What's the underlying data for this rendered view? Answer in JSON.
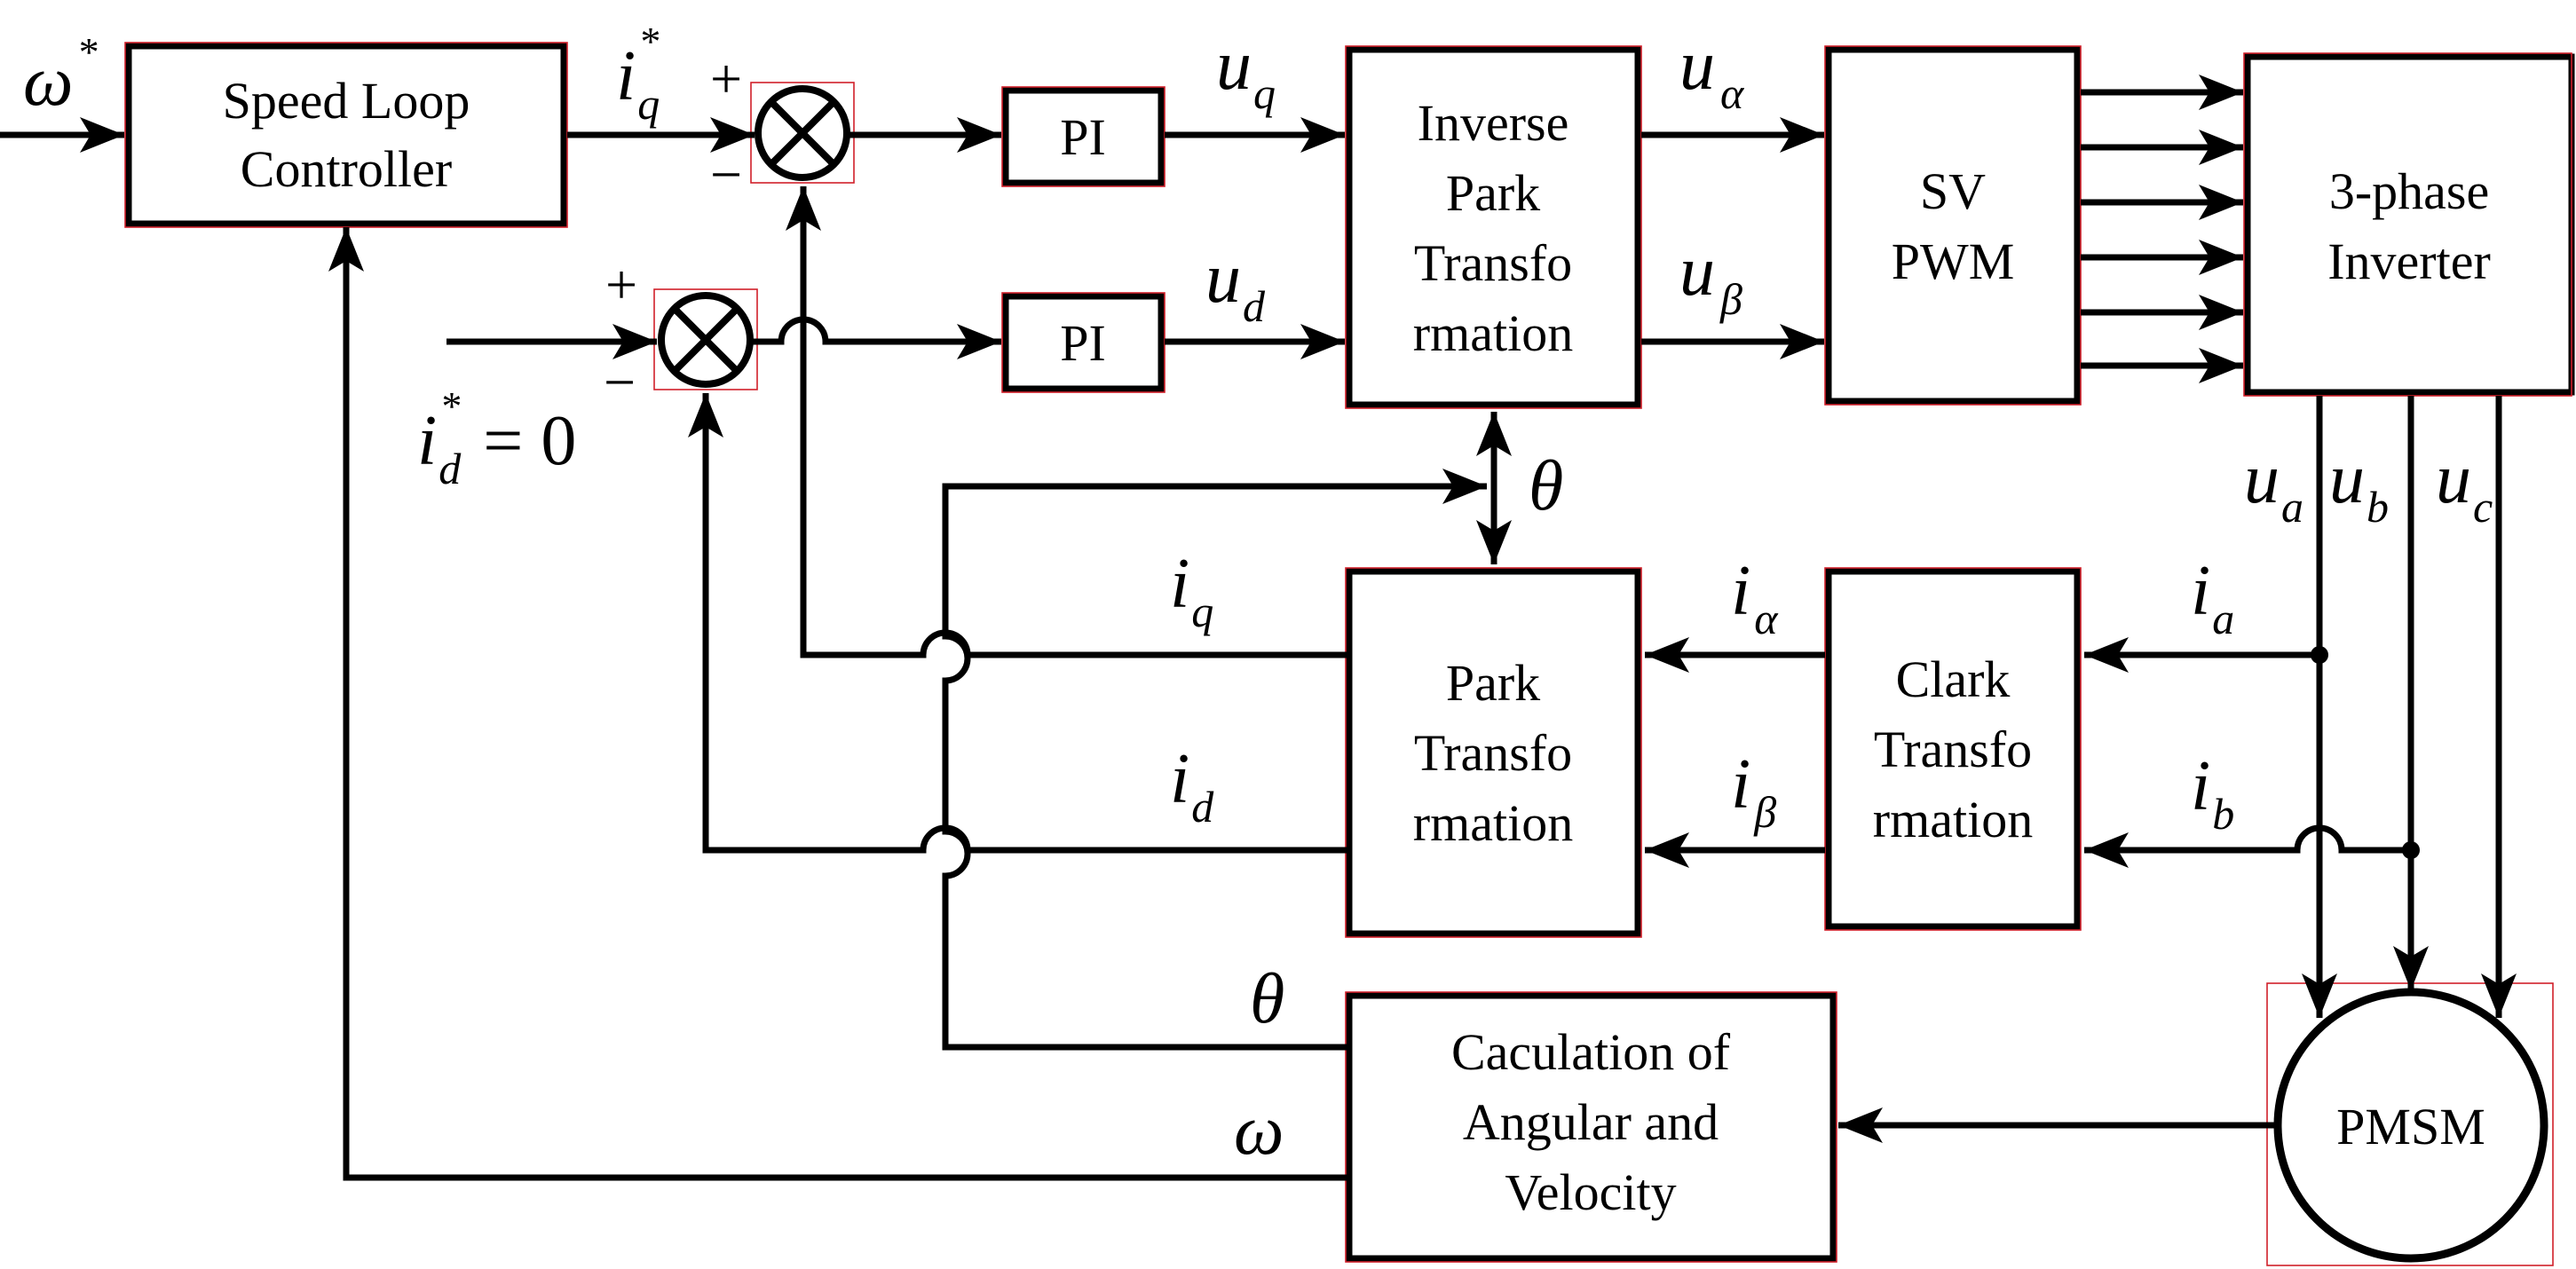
{
  "blocks": {
    "speed_loop": [
      "Speed Loop",
      "Controller"
    ],
    "pi_q": "PI",
    "pi_d": "PI",
    "inv_park": [
      "Inverse",
      "Park",
      "Transfo",
      "rmation"
    ],
    "svpwm": [
      "SV",
      "PWM"
    ],
    "inverter": [
      "3-phase",
      "Inverter"
    ],
    "park": [
      "Park",
      "Transfo",
      "rmation"
    ],
    "clark": [
      "Clark",
      "Transfo",
      "rmation"
    ],
    "calc": [
      "Caculation of",
      "Angular and",
      "Velocity"
    ],
    "pmsm": "PMSM"
  },
  "signals": {
    "omega_ref": {
      "base": "ω",
      "sup": "*"
    },
    "iq_ref": {
      "base": "i",
      "sub": "q",
      "sup": "*"
    },
    "id_ref": {
      "base": "i",
      "sub": "d",
      "sup": "*",
      "rest": " = 0"
    },
    "uq": {
      "base": "u",
      "sub": "q"
    },
    "ud": {
      "base": "u",
      "sub": "d"
    },
    "u_alpha": {
      "base": "u",
      "sub": "α"
    },
    "u_beta": {
      "base": "u",
      "sub": "β"
    },
    "theta_top": "θ",
    "ua": {
      "base": "u",
      "sub": "a"
    },
    "ub": {
      "base": "u",
      "sub": "b"
    },
    "uc": {
      "base": "u",
      "sub": "c"
    },
    "iq_fb": {
      "base": "i",
      "sub": "q"
    },
    "id_fb": {
      "base": "i",
      "sub": "d"
    },
    "i_alpha": {
      "base": "i",
      "sub": "α"
    },
    "i_beta": {
      "base": "i",
      "sub": "β"
    },
    "ia": {
      "base": "i",
      "sub": "a"
    },
    "ib": {
      "base": "i",
      "sub": "b"
    },
    "theta_calc": "θ",
    "omega_fb": "ω"
  },
  "sum_signs": {
    "q_plus": "+",
    "q_minus": "−",
    "d_plus": "+",
    "d_minus": "−"
  }
}
